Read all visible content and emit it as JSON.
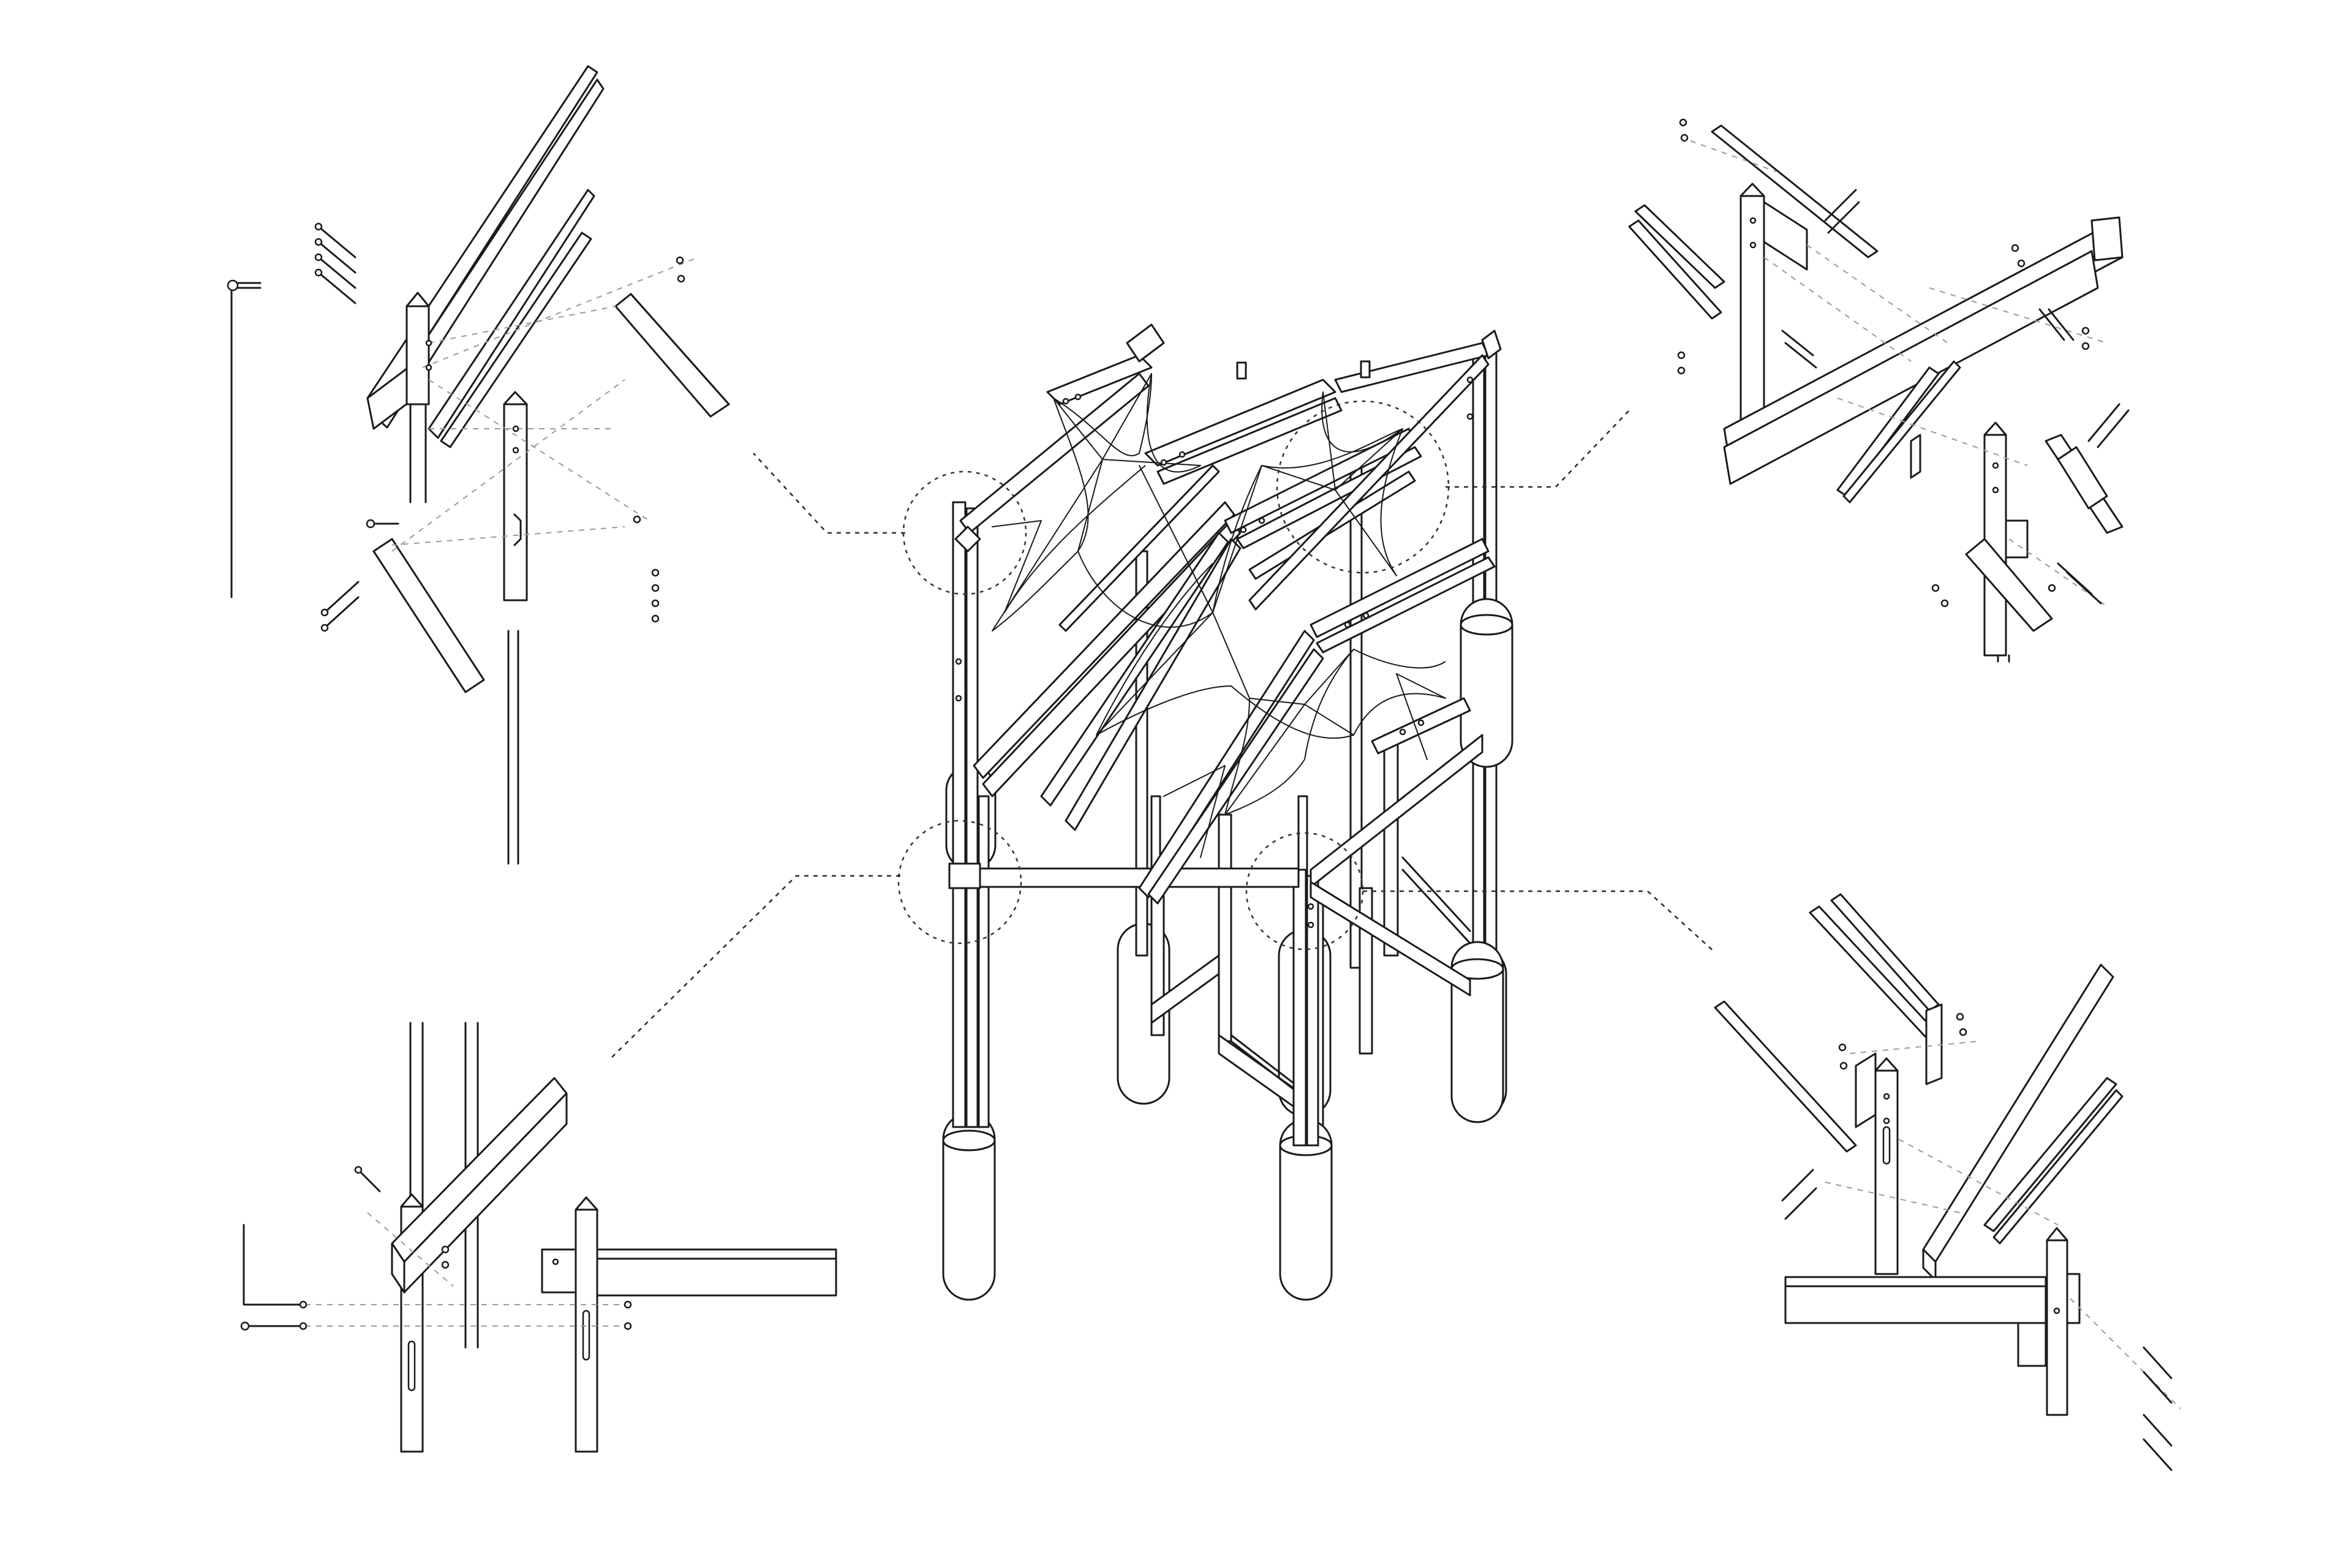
{
  "diagram": {
    "type": "exploded axonometric",
    "line_color": "#1a1a1a",
    "background": "#ffffff",
    "leader_style": "dotted",
    "details": [
      {
        "id": "detail-top-left",
        "marker": "circle",
        "leader": "dotted"
      },
      {
        "id": "detail-top-right",
        "marker": "circle",
        "leader": "dotted"
      },
      {
        "id": "detail-bottom-left",
        "marker": "circle",
        "leader": "dotted"
      },
      {
        "id": "detail-bottom-right",
        "marker": "circle",
        "leader": "dotted"
      }
    ]
  }
}
